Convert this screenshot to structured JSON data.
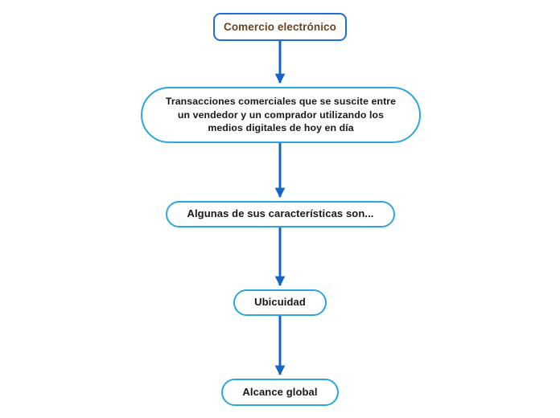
{
  "diagram": {
    "title": "Comercio electronico flowchart",
    "background_color": "#ffffff",
    "root_border_color": "#1e6fd9",
    "node_border_color": "#2ba6e0",
    "arrow_color": "#1565c0",
    "root_text_color": "#6b4520",
    "node_text_color": "#15181c",
    "nodes": [
      {
        "id": "root",
        "label": "Comercio electrónico",
        "shape": "rounded-rect"
      },
      {
        "id": "definition",
        "label": "Transacciones comerciales que se suscite entre\nun vendedor y un comprador utilizando los\nmedios digitales de hoy en día",
        "shape": "pill"
      },
      {
        "id": "features",
        "label": "Algunas de sus características son...",
        "shape": "pill"
      },
      {
        "id": "ubiquity",
        "label": "Ubicuidad",
        "shape": "pill"
      },
      {
        "id": "global_reach",
        "label": "Alcance global",
        "shape": "pill"
      }
    ],
    "edges": [
      {
        "id": "edge-1",
        "from": "root",
        "to": "definition",
        "direction": "down"
      },
      {
        "id": "edge-2",
        "from": "definition",
        "to": "features",
        "direction": "down"
      },
      {
        "id": "edge-3",
        "from": "features",
        "to": "ubiquity",
        "direction": "down"
      },
      {
        "id": "edge-4",
        "from": "ubiquity",
        "to": "global_reach",
        "direction": "down"
      }
    ]
  }
}
